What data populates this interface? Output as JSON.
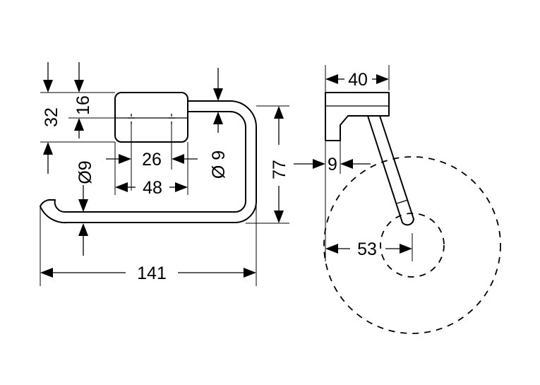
{
  "dimensions": {
    "overall_width": "141",
    "height_32": "32",
    "height_16": "16",
    "diameter_bar": "Ø9",
    "diameter_arm": "Ø 9",
    "hole_spacing": "26",
    "base_width": "48",
    "opening_height": "77",
    "depth_40": "40",
    "offset_9": "9",
    "roll_offset": "53"
  }
}
